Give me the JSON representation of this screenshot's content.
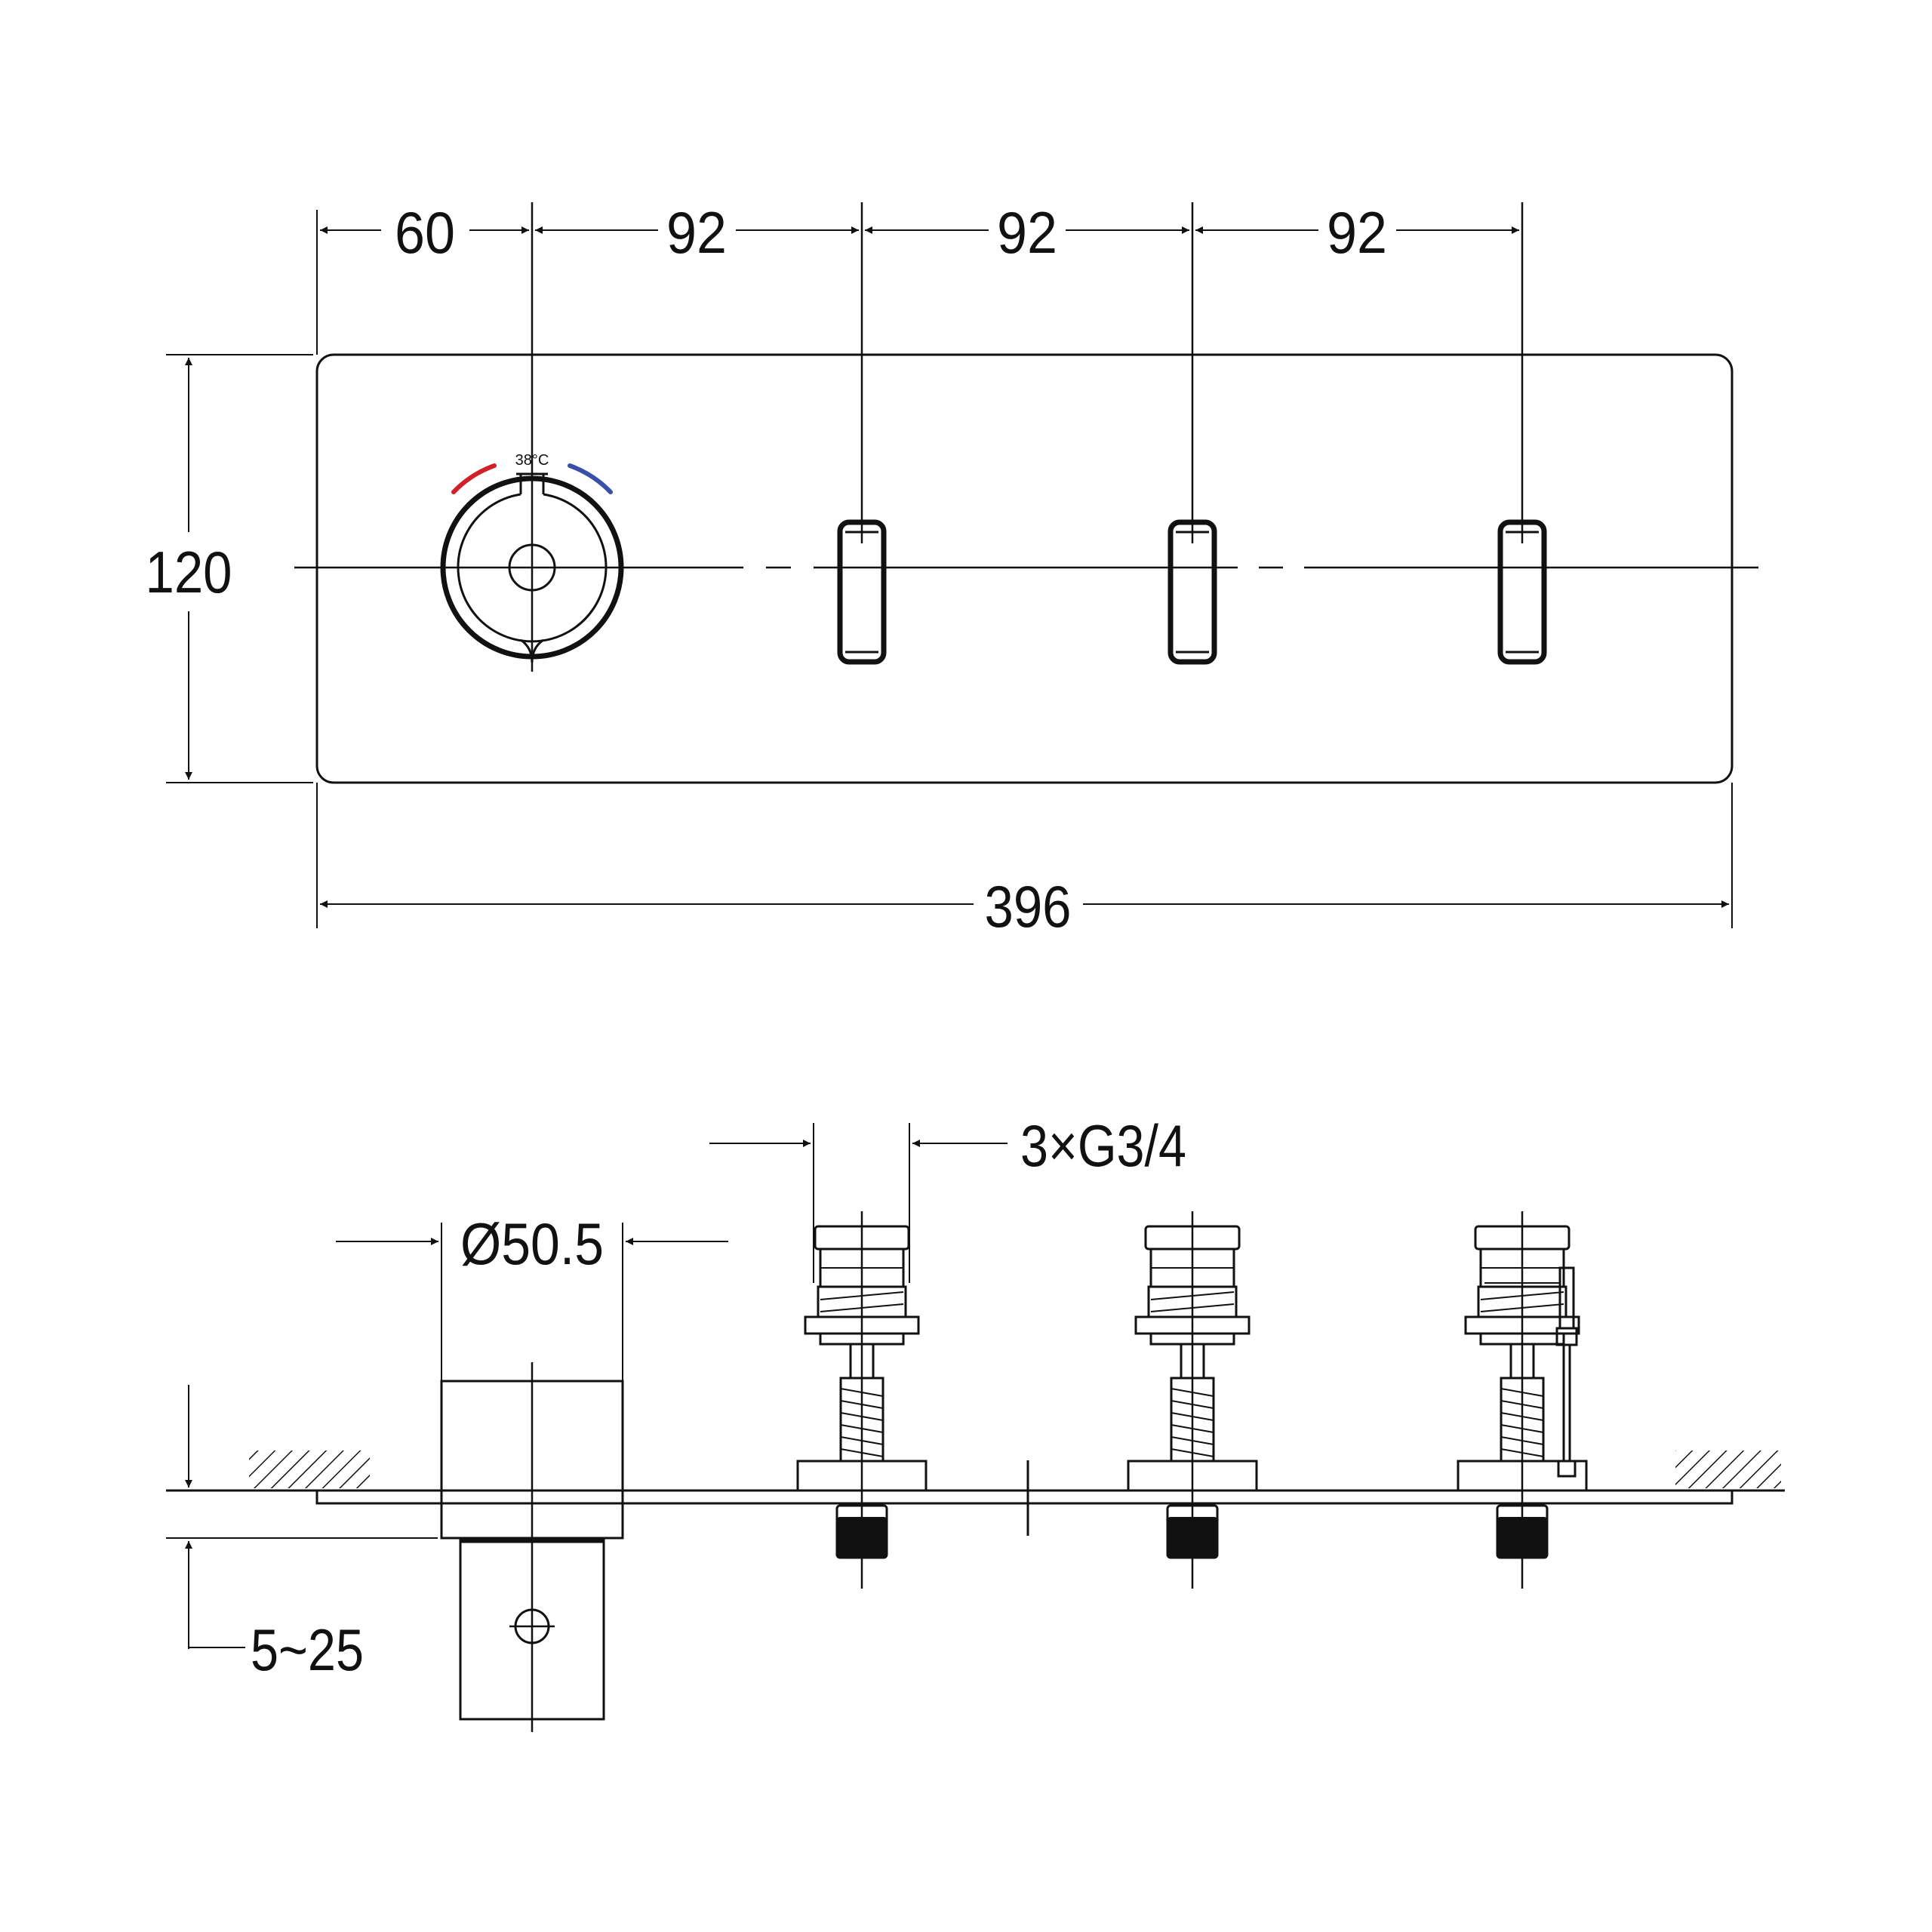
{
  "dimensions": {
    "offset_left": "60",
    "pitch_1": "92",
    "pitch_2": "92",
    "pitch_3": "92",
    "height": "120",
    "overall_width": "396",
    "thread_spec": "3×G3/4",
    "diameter": "Ø50.5",
    "wall_depth": "5~25"
  },
  "knob": {
    "temperature_label": "38°C",
    "hot_color": "#d0202a",
    "cold_color": "#3a4fa8"
  },
  "line_color": "#111111"
}
